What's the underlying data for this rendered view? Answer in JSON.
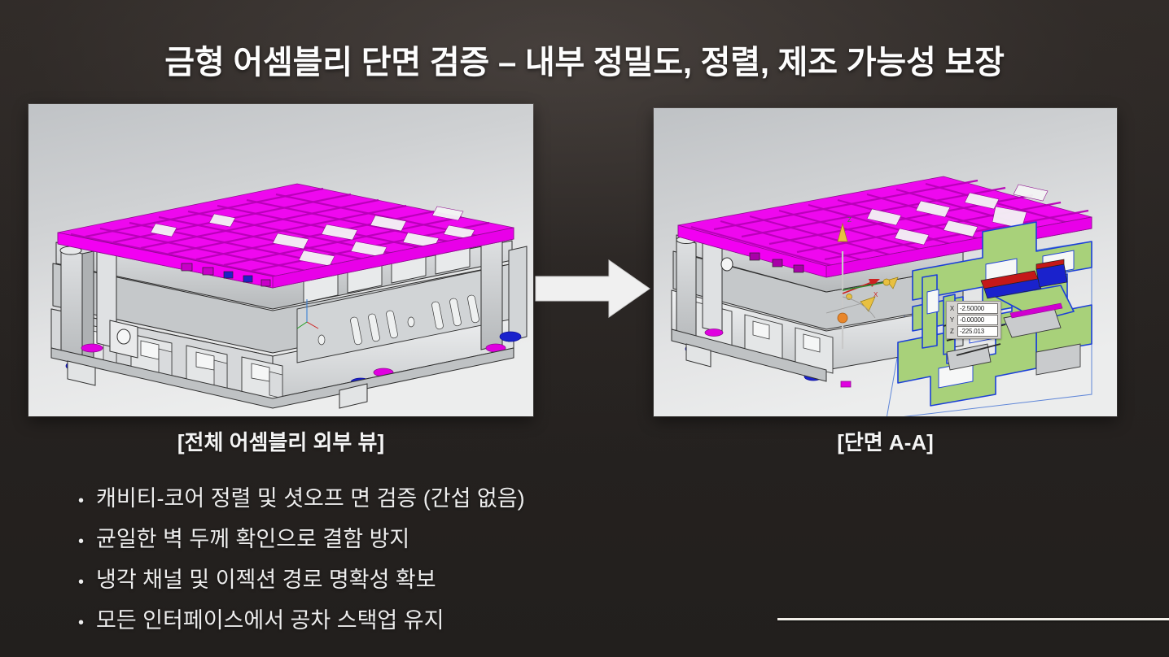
{
  "slide": {
    "title": "금형 어셈블리 단면 검증 – 내부 정밀도, 정렬, 제조 가능성 보장",
    "background_color": "#262220",
    "text_color": "#f4f4f4",
    "accent_rule_color": "#f2efe9"
  },
  "figures": {
    "left": {
      "caption": "[전체 어셈블리 외부 뷰]",
      "view_type": "3d-cad-isometric",
      "description": "전체 금형 어셈블리 외부 아이소메트릭 뷰",
      "colors": {
        "viewport_background": "#d7d9db",
        "body": "#c9cbcd",
        "highlight_magenta": "#ef00ef",
        "accent_blue": "#1a22cc",
        "edge": "#2b2b2b"
      }
    },
    "right": {
      "caption": "[단면 A-A]",
      "view_type": "3d-cad-section",
      "description": "단면 A-A 절단 뷰, 단면 면은 연녹색, 절단 경계는 파란색 윤곽",
      "colors": {
        "viewport_background": "#d7d9db",
        "section_face": "#a8d17a",
        "section_outline": "#1b3fd8",
        "body": "#c9cbcd",
        "highlight_magenta": "#ef00ef",
        "accent_blue": "#1a22cc",
        "accent_red": "#c41818",
        "triad_yellow": "#e8c040"
      }
    }
  },
  "arrow": {
    "icon": "right-arrow-icon",
    "direction": "right",
    "color": "#f0f0f0"
  },
  "coordinate_readout": {
    "rows": [
      {
        "axis": "X",
        "value": "-2.50000"
      },
      {
        "axis": "Y",
        "value": "-0.00000"
      },
      {
        "axis": "Z",
        "value": "-225.013"
      }
    ]
  },
  "bullets": [
    {
      "marker": "•",
      "text": "캐비티-코어 정렬 및 셧오프 면 검증 (간섭 없음)"
    },
    {
      "marker": "•",
      "text": "균일한 벽 두께 확인으로 결함 방지"
    },
    {
      "marker": "•",
      "text": "냉각 채널 및 이젝션 경로 명확성 확보"
    },
    {
      "marker": "•",
      "text": "모든 인터페이스에서 공차 스택업 유지"
    }
  ]
}
